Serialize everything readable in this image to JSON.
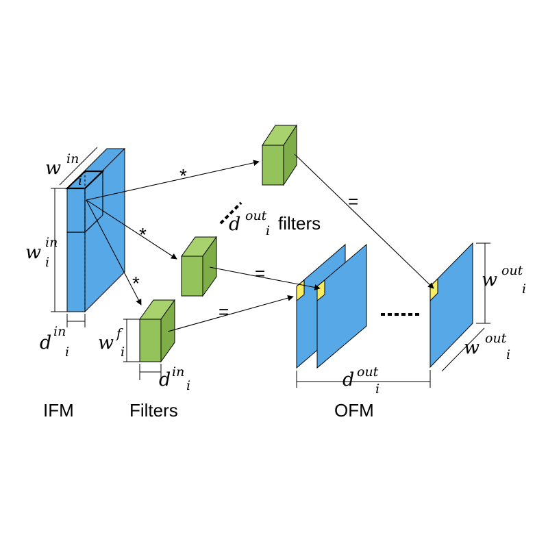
{
  "colors": {
    "feature_map": "#56A9E6",
    "filter": "#94C35B",
    "filter_dark": "#6F9A42",
    "marker": "#F7EC62",
    "stroke": "#000000"
  },
  "labels": {
    "w_in_top": {
      "base": "w",
      "sup": "in",
      "sub": "i"
    },
    "w_in_left": {
      "base": "w",
      "sup": "in",
      "sub": "i"
    },
    "d_in_ifm": {
      "base": "d",
      "sup": "in",
      "sub": "i"
    },
    "w_f": {
      "base": "w",
      "sup": "f",
      "sub": "i"
    },
    "d_in_filter": {
      "base": "d",
      "sup": "in",
      "sub": "i"
    },
    "d_out_filters": {
      "base": "d",
      "sup": "out",
      "sub": "i",
      "suffix": "filters"
    },
    "w_out_right": {
      "base": "w",
      "sup": "out",
      "sub": "i"
    },
    "w_out_bottom": {
      "base": "w",
      "sup": "out",
      "sub": "i"
    },
    "d_out_ofm": {
      "base": "d",
      "sup": "out",
      "sub": "i"
    }
  },
  "operators": {
    "convolve": "*",
    "equals": "="
  },
  "captions": {
    "ifm": "IFM",
    "filters": "Filters",
    "ofm": "OFM"
  }
}
